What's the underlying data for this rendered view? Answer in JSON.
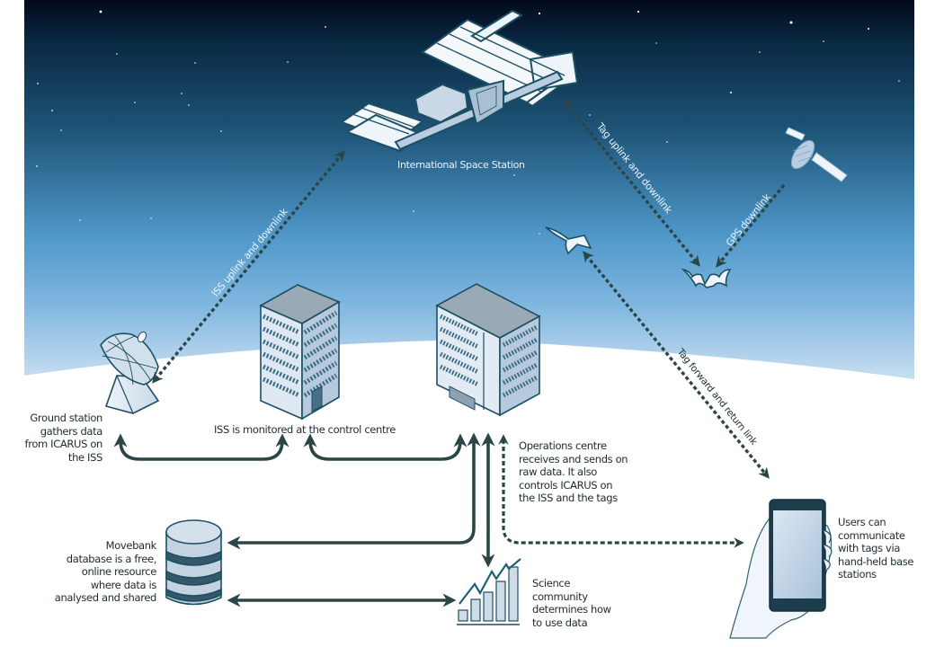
{
  "title": "ICARUS data flow",
  "colors": {
    "sky_top": "#030a1c",
    "sky_mid": "#3b7aa3",
    "sky_bottom": "#c4dcf0",
    "ground": "#ffffff",
    "arrow": "#2a4646",
    "icon_fill": "#c9d8e6",
    "icon_stroke": "#1c4f63",
    "label_text": "#1d2a2c",
    "sky_text": "#eaf4fb"
  },
  "nodes": {
    "iss": {
      "label": "International Space Station"
    },
    "gps_satellite": {
      "label": ""
    },
    "bird": {
      "label": ""
    },
    "bat": {
      "label": ""
    },
    "ground_station": {
      "label_lines": [
        "Ground station",
        "gathers data",
        "from ICARUS on",
        "the ISS"
      ]
    },
    "control_centre": {
      "label": "ISS is monitored at the control centre"
    },
    "operations_centre": {
      "label_lines": [
        "Operations centre",
        "receives and sends on",
        "raw data. It also",
        "controls ICARUS on",
        "the ISS and the tags"
      ]
    },
    "movebank": {
      "label_lines": [
        "Movebank",
        "database is a free,",
        "online resource",
        "where data is",
        "analysed and shared"
      ]
    },
    "science": {
      "label_lines": [
        "Science",
        "community",
        "determines how",
        "to use data"
      ]
    },
    "users": {
      "label_lines": [
        "Users can",
        "communicate",
        "with tags via",
        "hand-held base",
        "stations"
      ]
    }
  },
  "links": {
    "iss_uplink": "ISS uplink and downlink",
    "tag_uplink": "Tag uplink and downlink",
    "gps_downlink": "GPS downlink",
    "tag_forward": "Tag forward and return link"
  }
}
